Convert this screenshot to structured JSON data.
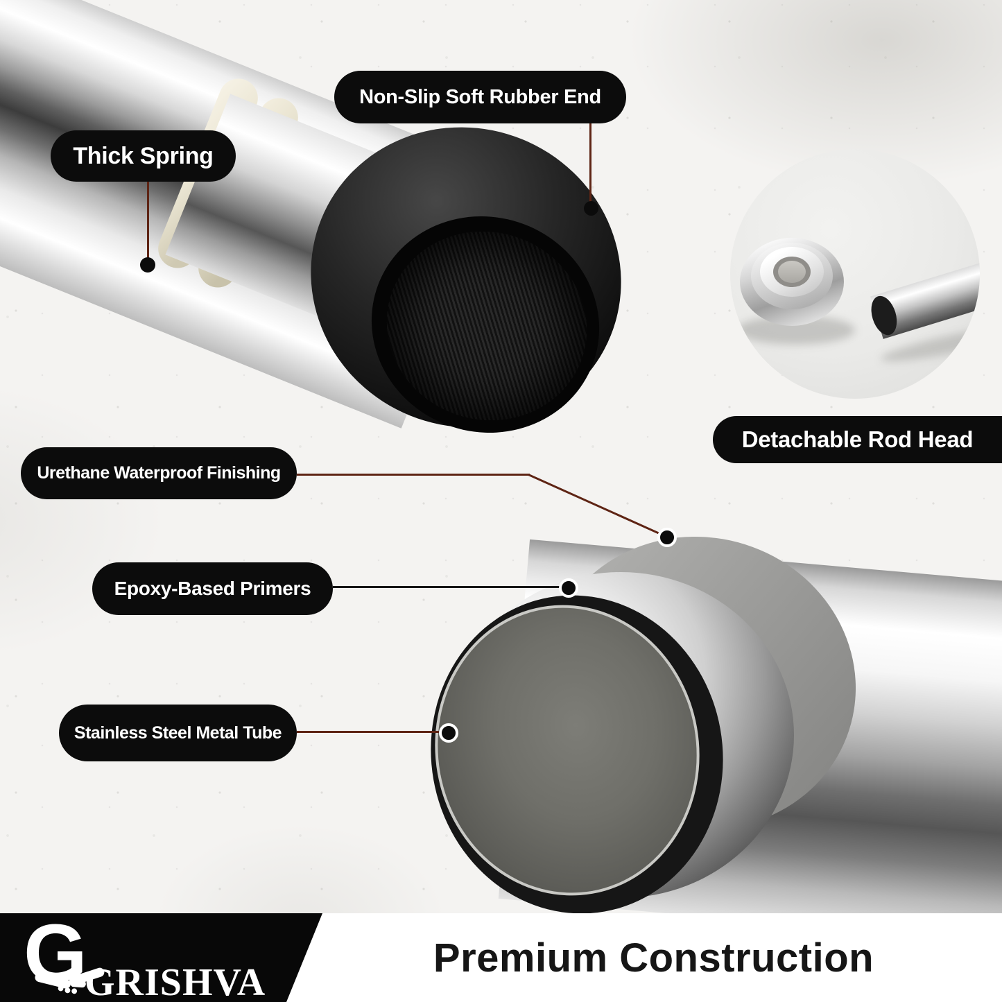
{
  "meta": {
    "kind": "product-infographic",
    "product": "tension shower curtain rod"
  },
  "palette": {
    "background": "#f4f3f1",
    "pill_bg": "#0c0c0c",
    "pill_text": "#ffffff",
    "leader_line": "#5e2414",
    "leader_line_dark": "#161616",
    "footer_black": "#080808",
    "footer_white": "#ffffff",
    "footer_text": "#161616"
  },
  "callouts": {
    "non_slip": {
      "label": "Non-Slip Soft Rubber End"
    },
    "thick_spring": {
      "label": "Thick Spring"
    },
    "detachable": {
      "label": "Detachable Rod Head"
    },
    "urethane": {
      "label": "Urethane Waterproof Finishing"
    },
    "epoxy": {
      "label": "Epoxy-Based Primers"
    },
    "stainless": {
      "label": "Stainless Steel Metal Tube"
    }
  },
  "photo_parts": [
    "tension-rod",
    "spring-collar",
    "rubber-end-cap",
    "rod-head-flange",
    "rod-tip",
    "tube-cutaway"
  ],
  "footer": {
    "brand": "GRISHVA",
    "title": "Premium Construction"
  }
}
